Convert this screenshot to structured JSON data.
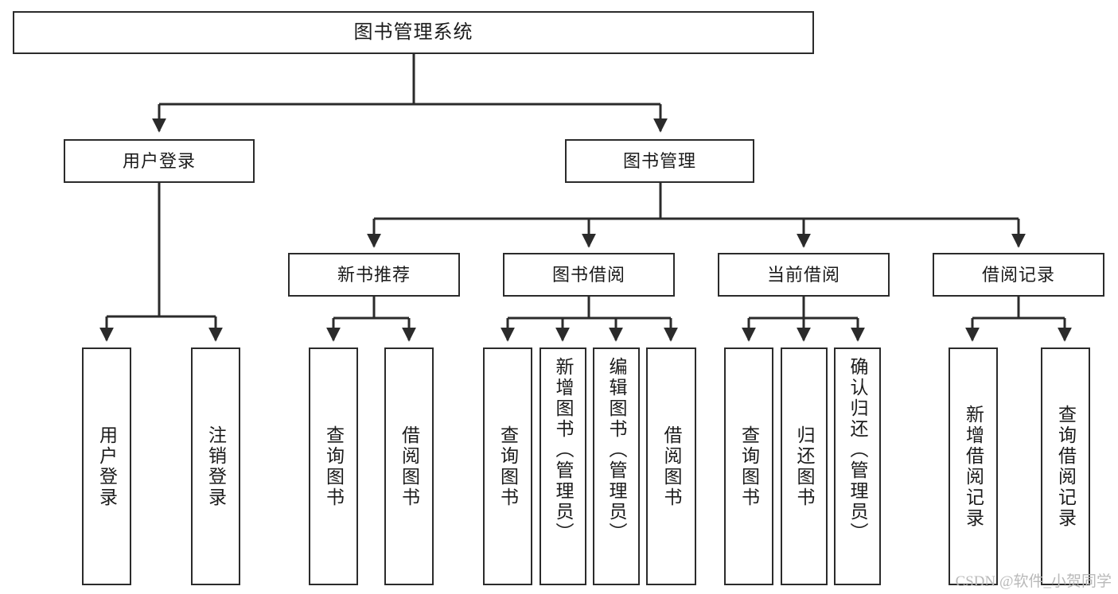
{
  "diagram": {
    "type": "tree",
    "title": "图书管理系统",
    "orientation": "top-down",
    "colors": {
      "box_border": "#2b2b2b",
      "box_fill": "#ffffff",
      "edge": "#2b2b2b",
      "text": "#1b1b1b",
      "watermark": "#b9b9b9"
    }
  },
  "root": {
    "label": "图书管理系统"
  },
  "level2": [
    {
      "label": "用户登录"
    },
    {
      "label": "图书管理"
    }
  ],
  "level3": [
    {
      "label": "新书推荐"
    },
    {
      "label": "图书借阅"
    },
    {
      "label": "当前借阅"
    },
    {
      "label": "借阅记录"
    }
  ],
  "leaves": [
    {
      "label": "用户登录",
      "parent": "用户登录"
    },
    {
      "label": "注销登录",
      "parent": "用户登录"
    },
    {
      "label": "查询图书",
      "parent": "新书推荐"
    },
    {
      "label": "借阅图书",
      "parent": "新书推荐"
    },
    {
      "label": "查询图书",
      "parent": "图书借阅"
    },
    {
      "label": "新增图书（管理员）",
      "parent": "图书借阅"
    },
    {
      "label": "编辑图书（管理员）",
      "parent": "图书借阅"
    },
    {
      "label": "借阅图书",
      "parent": "图书借阅"
    },
    {
      "label": "查询图书",
      "parent": "当前借阅"
    },
    {
      "label": "归还图书",
      "parent": "当前借阅"
    },
    {
      "label": "确认归还（管理员）",
      "parent": "当前借阅"
    },
    {
      "label": "新增借阅记录",
      "parent": "借阅记录"
    },
    {
      "label": "查询借阅记录",
      "parent": "借阅记录"
    }
  ],
  "watermark": {
    "text": "CSDN @软件_小贺同学"
  }
}
